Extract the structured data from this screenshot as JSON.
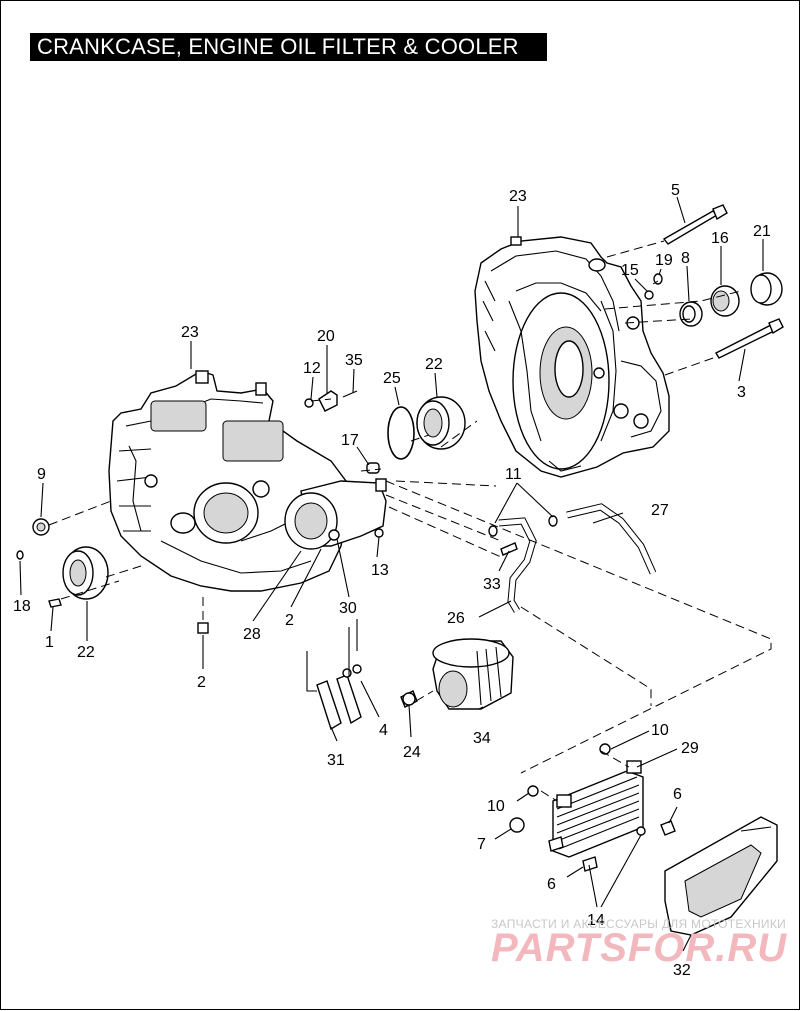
{
  "title": "CRANKCASE, ENGINE OIL FILTER & COOLER",
  "callouts": {
    "c23a": "23",
    "c5": "5",
    "c21": "21",
    "c16": "16",
    "c8": "8",
    "c19": "19",
    "c15": "15",
    "c3": "3",
    "c23b": "23",
    "c20": "20",
    "c12": "12",
    "c35": "35",
    "c25": "25",
    "c22a": "22",
    "c17": "17",
    "c9": "9",
    "c11": "11",
    "c27": "27",
    "c13": "13",
    "c33": "33",
    "c18": "18",
    "c1": "1",
    "c22b": "22",
    "c26": "26",
    "c30": "30",
    "c28": "28",
    "c2a": "2",
    "c2b": "2",
    "c31": "31",
    "c4": "4",
    "c24": "24",
    "c34": "34",
    "c10a": "10",
    "c29": "29",
    "c10b": "10",
    "c6a": "6",
    "c7": "7",
    "c6b": "6",
    "c14": "14",
    "c32": "32"
  },
  "watermark": {
    "tagline": "ЗАПЧАСТИ И АКСЕССУАРЫ ДЛЯ МОТОТЕХНИКИ",
    "logo": "PARTSFOR.RU"
  }
}
